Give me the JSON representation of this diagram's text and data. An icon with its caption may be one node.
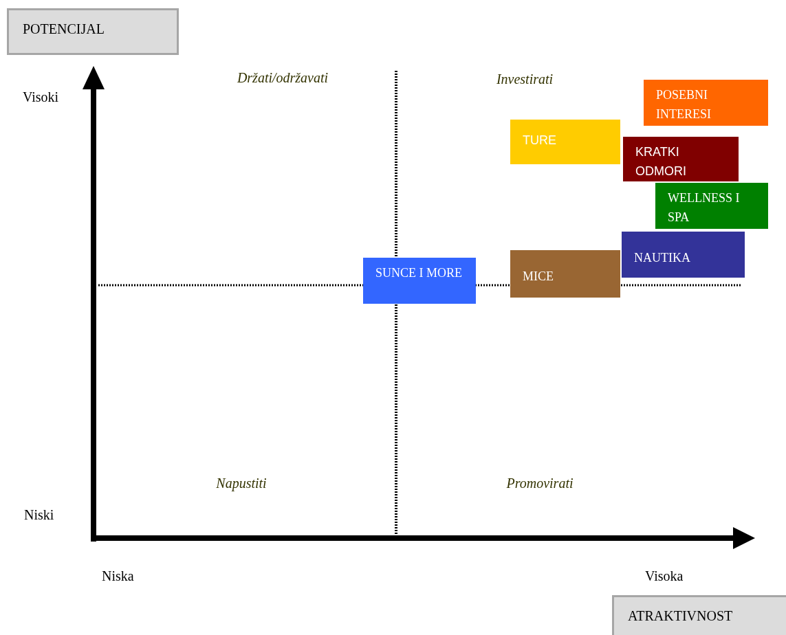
{
  "diagram": {
    "nodes": [
      {
        "text": [
          "POTENCIJAL"
        ]
      },
      {
        "text": [
          "POSEBNI INTERESI"
        ]
      },
      {
        "text": [
          "TURE"
        ]
      },
      {
        "text": [
          "KRATKI ODMORI"
        ]
      },
      {
        "text": [
          "WELLNESS I SPA"
        ]
      },
      {
        "text": [
          "NAUTIKA"
        ]
      },
      {
        "text": [
          "MICE"
        ]
      },
      {
        "text": [
          "SUNCE I MORE"
        ]
      },
      {
        "text": [
          "ATRAKTIVNOST"
        ]
      }
    ],
    "labels": [
      "Držati/održavati",
      "Investirati",
      "Visoki",
      "Napustiti",
      "Promovirati",
      "Niski",
      "Niska",
      "Visoka"
    ]
  }
}
